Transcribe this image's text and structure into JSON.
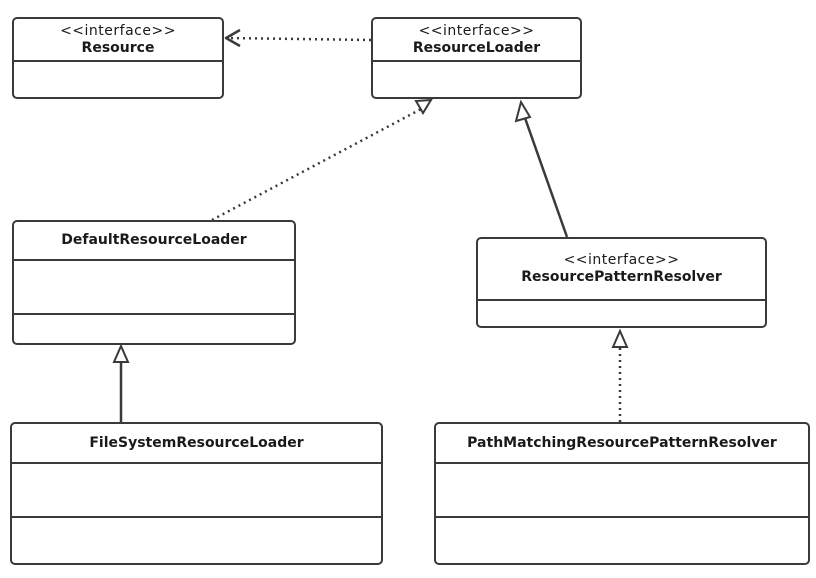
{
  "colors": {
    "line": "#3a3a3a",
    "background": "#ffffff",
    "text": "#1a1a1a"
  },
  "classes": {
    "resource": {
      "stereotype": "<<interface>>",
      "name": "Resource"
    },
    "resource_loader": {
      "stereotype": "<<interface>>",
      "name": "ResourceLoader"
    },
    "default_resource_loader": {
      "name": "DefaultResourceLoader"
    },
    "resource_pattern_resolver": {
      "stereotype": "<<interface>>",
      "name": "ResourcePatternResolver"
    },
    "file_system_resource_loader": {
      "name": "FileSystemResourceLoader"
    },
    "path_matching_resource_pattern_resolver": {
      "name": "PathMatchingResourcePatternResolver"
    }
  }
}
